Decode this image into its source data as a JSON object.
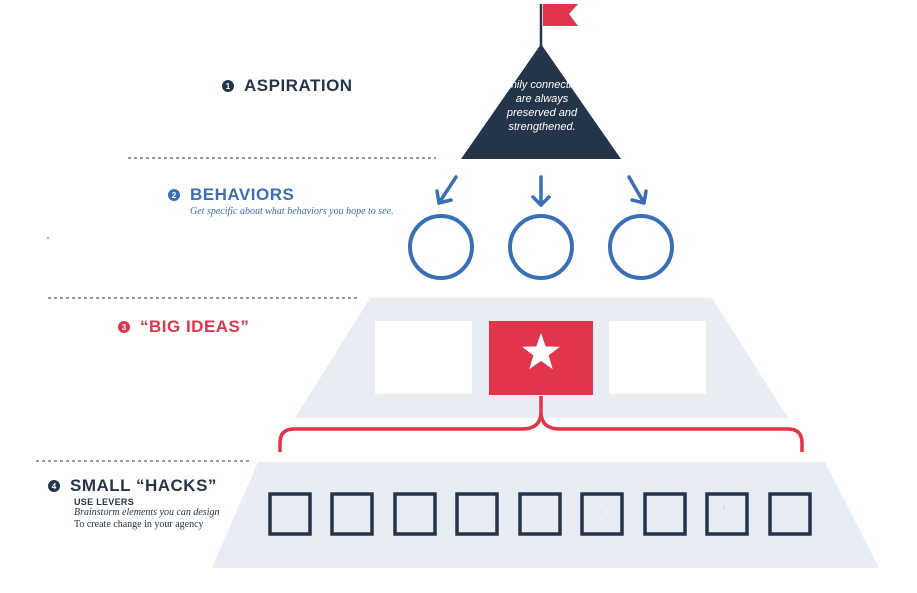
{
  "levels": [
    {
      "number": "1",
      "title": "ASPIRATION",
      "color": "#253549"
    },
    {
      "number": "2",
      "title": "BEHAVIORS",
      "subtitle": "Get specific about what behaviors you hope to see.",
      "color": "#3a6fb5"
    },
    {
      "number": "3",
      "title": "“BIG IDEAS”",
      "color": "#e0354a"
    },
    {
      "number": "4",
      "title": "SMALL “HACKS”",
      "levers_heading": "USE LEVERS",
      "levers_line1": "Brainstorm elements you can design",
      "levers_line2": "To create change in your agency",
      "color": "#253549"
    }
  ],
  "aspiration_text": "Family connections are always preserved and strengthened.",
  "colors": {
    "navy": "#253549",
    "blue": "#3a6fb5",
    "red": "#e0354a",
    "pale": "#e8edf4"
  }
}
